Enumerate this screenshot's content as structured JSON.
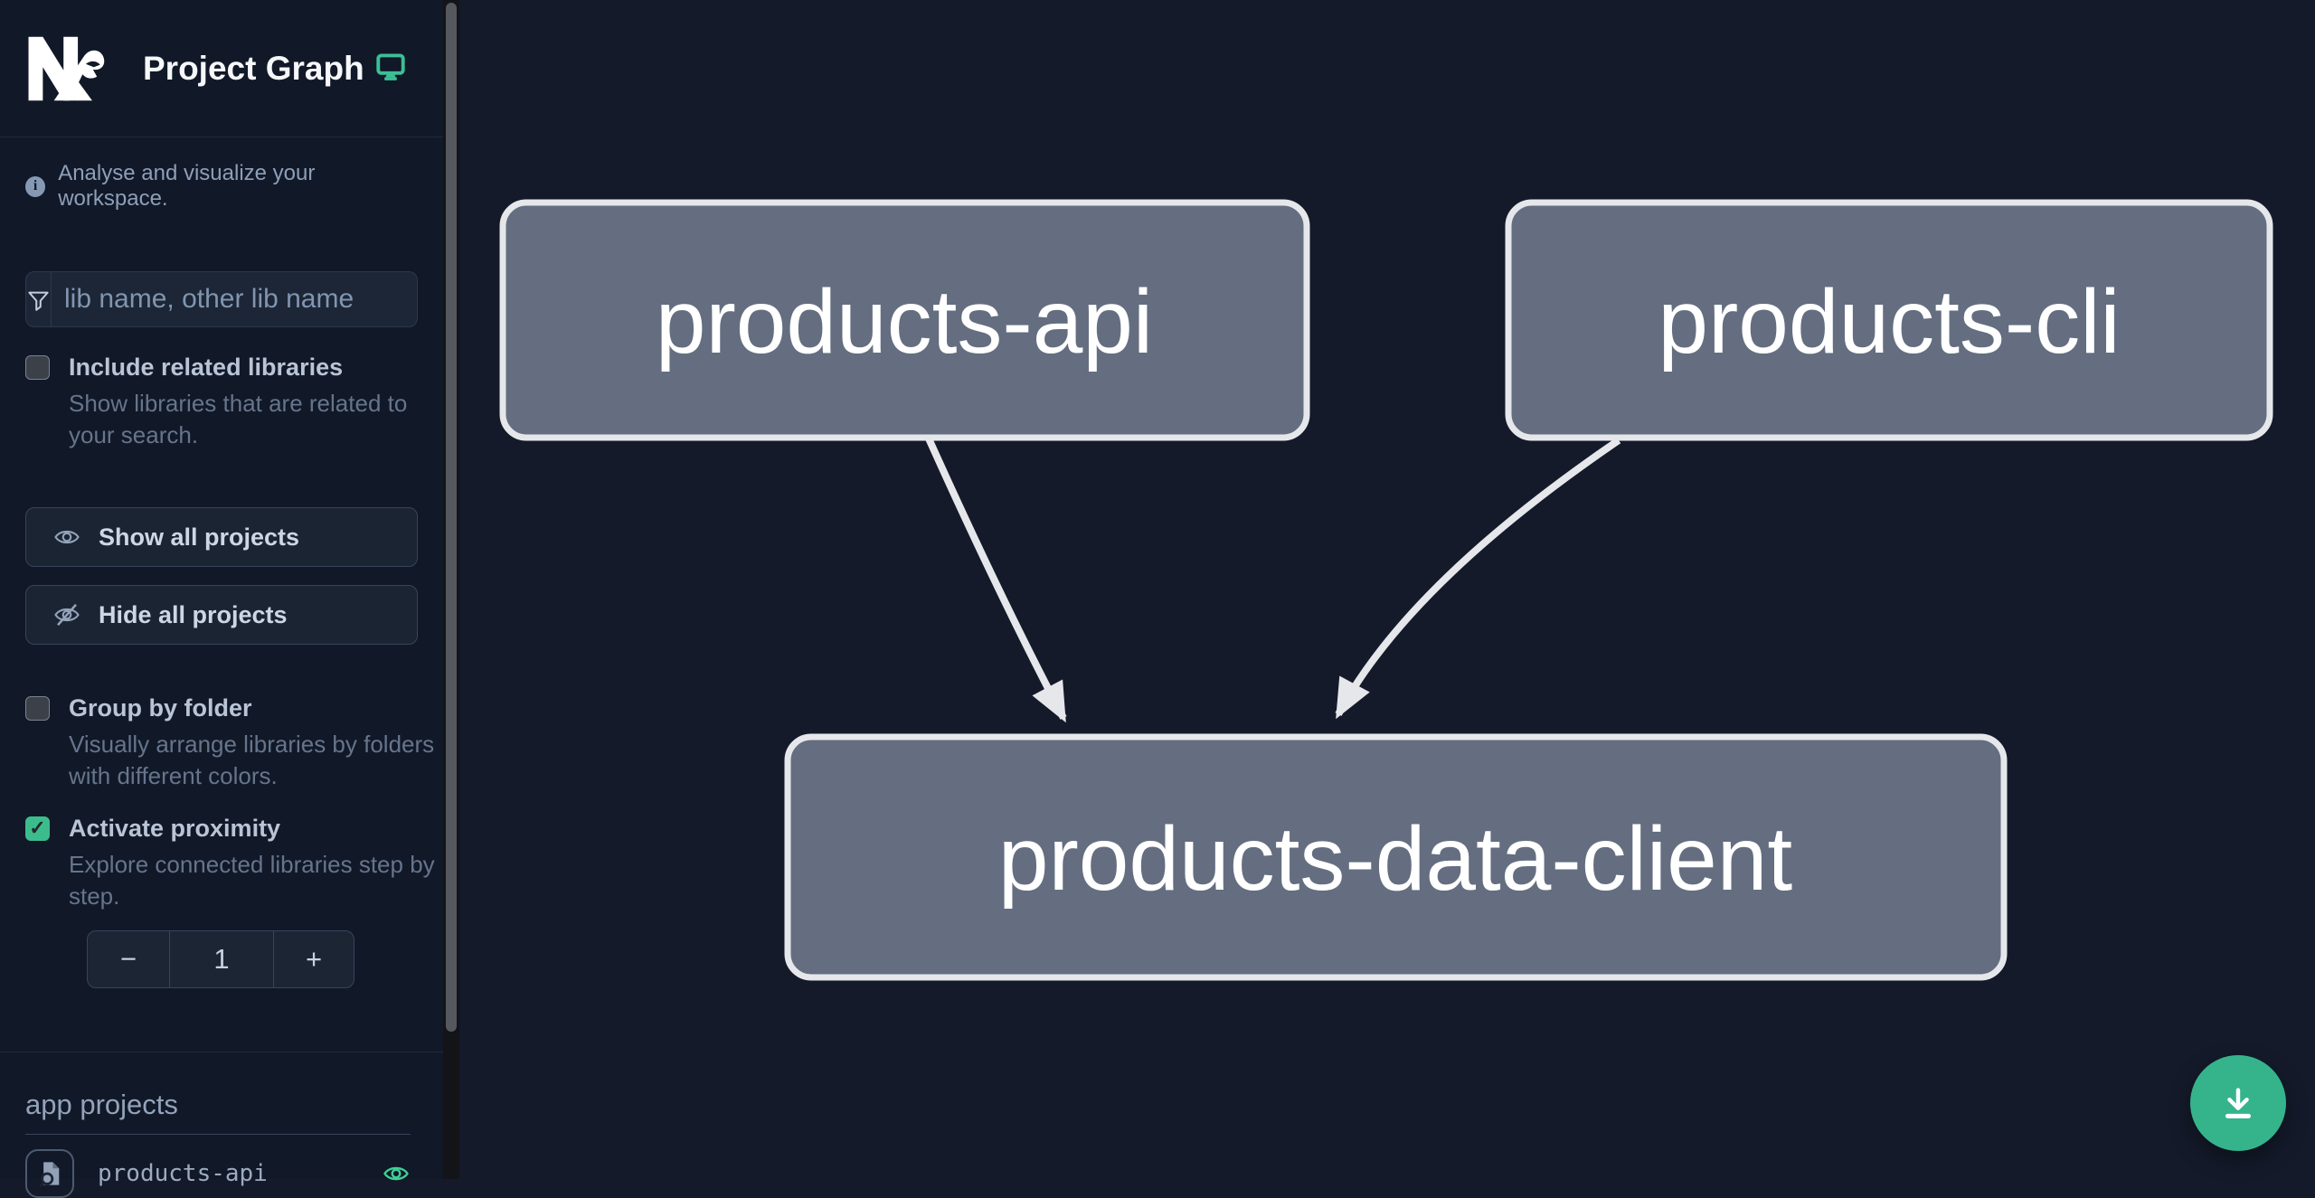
{
  "header": {
    "title": "Project Graph",
    "logo": "nx-logo",
    "monitor_icon": "monitor-icon"
  },
  "sidebar": {
    "tagline": "Analyse and visualize your workspace.",
    "filter": {
      "placeholder": "lib name, other lib name",
      "value": "",
      "icon": "funnel-icon"
    },
    "checkboxes": [
      {
        "label": "Include related libraries",
        "description": "Show libraries that are related to your search.",
        "checked": false
      },
      {
        "label": "Group by folder",
        "description": "Visually arrange libraries by folders with different colors.",
        "checked": false
      },
      {
        "label": "Activate proximity",
        "description": "Explore connected libraries step by step.",
        "checked": true
      }
    ],
    "buttons": {
      "show_all": "Show all projects",
      "hide_all": "Hide all projects"
    },
    "proximity_stepper": {
      "decrement": "−",
      "value": "1",
      "increment": "+"
    },
    "projects_section": {
      "heading": "app projects",
      "items": [
        {
          "name": "products-api",
          "visible": true
        }
      ]
    }
  },
  "graph": {
    "nodes": [
      {
        "label": "products-api"
      },
      {
        "label": "products-cli"
      },
      {
        "label": "products-data-client"
      }
    ],
    "edges": [
      {
        "source": "products-api",
        "target": "products-data-client"
      },
      {
        "source": "products-cli",
        "target": "products-data-client"
      }
    ]
  },
  "fab": {
    "icon": "download-icon"
  },
  "icons": {
    "check": "✓"
  },
  "colors": {
    "sidebar_bg": "#111827",
    "canvas_bg": "#141a2a",
    "node_fill": "#646e80",
    "node_border": "#e5e7ea",
    "edge": "#e5e7ea",
    "accent_green": "#3cbc8d",
    "fab_green": "#35b48b",
    "icon_teal": "#3cbf96"
  }
}
